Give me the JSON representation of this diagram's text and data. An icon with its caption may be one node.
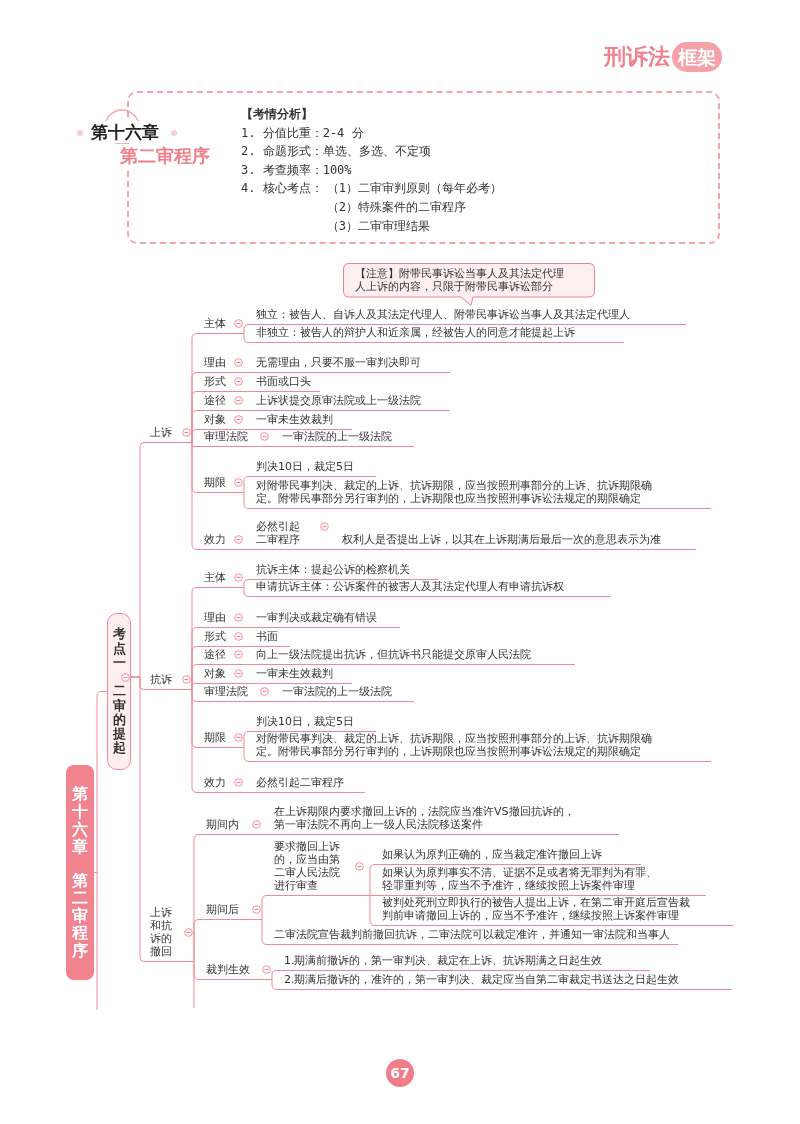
{
  "diagram": {
    "nodes": [
      {
        "text": [
          "【考情分析】",
          "1. 分值比重：2-4 分",
          "2. 命题形式：单选、多选、不定项",
          "3. 考查频率：100%",
          "4. 核心考点：",
          "（1）二审审判原则（每年必考）",
          "（2）特殊案件的二审程序",
          "（3）二审审理结果"
        ]
      },
      {
        "text": [
          "第十六章",
          "第二审程序"
        ]
      },
      {
        "text": [
          "考点一",
          "二审的提起"
        ]
      },
      {
        "text": [
          "上诉"
        ]
      },
      {
        "text": [
          "主体"
        ]
      },
      {
        "text": [
          "独立：被告人、自诉人及其法定代理人、附带民事诉讼当事人及其法定代理人"
        ]
      },
      {
        "text": [
          "非独立：被告人的辩护人和近亲属，经被告人的同意才能提起上诉"
        ]
      },
      {
        "text": [
          "【注意】附带民事诉讼当事人及其法定代理人上诉的内容，只限于附带民事诉讼部分"
        ]
      },
      {
        "text": [
          "理由"
        ]
      },
      {
        "text": [
          "无需理由，只要不服一审判决即可"
        ]
      },
      {
        "text": [
          "形式"
        ]
      },
      {
        "text": [
          "书面或口头"
        ]
      },
      {
        "text": [
          "途径"
        ]
      },
      {
        "text": [
          "上诉状提交原审法院或上一级法院"
        ]
      },
      {
        "text": [
          "对象"
        ]
      },
      {
        "text": [
          "一审未生效裁判"
        ]
      },
      {
        "text": [
          "审理法院"
        ]
      },
      {
        "text": [
          "一审法院的上一级法院"
        ]
      },
      {
        "text": [
          "期限"
        ]
      },
      {
        "text": [
          "判决10日，裁定5日"
        ]
      },
      {
        "text": [
          "对附带民事判决、裁定的上诉、抗诉期限，应当按照刑事部分的上诉、抗诉期限确定。附带民事部分另行审判的，上诉期限也应当按照刑事诉讼法规定的期限确定"
        ]
      },
      {
        "text": [
          "效力"
        ]
      },
      {
        "text": [
          "必然引起二审程序"
        ]
      },
      {
        "text": [
          "权利人是否提出上诉，以其在上诉期满后最后一次的意思表示为准"
        ]
      },
      {
        "text": [
          "抗诉"
        ]
      },
      {
        "text": [
          "主体"
        ]
      },
      {
        "text": [
          "抗诉主体：提起公诉的检察机关"
        ]
      },
      {
        "text": [
          "申请抗诉主体：公诉案件的被害人及其法定代理人有申请抗诉权"
        ]
      },
      {
        "text": [
          "理由"
        ]
      },
      {
        "text": [
          "一审判决或裁定确有错误"
        ]
      },
      {
        "text": [
          "形式"
        ]
      },
      {
        "text": [
          "书面"
        ]
      },
      {
        "text": [
          "途径"
        ]
      },
      {
        "text": [
          "向上一级法院提出抗诉，但抗诉书只能提交原审人民法院"
        ]
      },
      {
        "text": [
          "对象"
        ]
      },
      {
        "text": [
          "一审未生效裁判"
        ]
      },
      {
        "text": [
          "审理法院"
        ]
      },
      {
        "text": [
          "一审法院的上一级法院"
        ]
      },
      {
        "text": [
          "期限"
        ]
      },
      {
        "text": [
          "判决10日，裁定5日"
        ]
      },
      {
        "text": [
          "对附带民事判决、裁定的上诉、抗诉期限，应当按照刑事部分的上诉、抗诉期限确定。附带民事部分另行审判的，上诉期限也应当按照刑事诉讼法规定的期限确定"
        ]
      },
      {
        "text": [
          "效力"
        ]
      },
      {
        "text": [
          "必然引起二审程序"
        ]
      },
      {
        "text": [
          "上诉和抗诉的撤回"
        ]
      },
      {
        "text": [
          "期间内"
        ]
      },
      {
        "text": [
          "在上诉期限内要求撤回上诉的，法院应当准许VS撤回抗诉的，第一审法院不再向上一级人民法院移送案件"
        ]
      },
      {
        "text": [
          "期间后"
        ]
      },
      {
        "text": [
          "要求撤回上诉的，应当由第二审人民法院进行审查"
        ]
      },
      {
        "text": [
          "如果认为原判正确的，应当裁定准许撤回上诉"
        ]
      },
      {
        "text": [
          "如果认为原判事实不清、证据不足或者将无罪判为有罪、轻罪重判等，应当不予准许，继续按照上诉案件审理"
        ]
      },
      {
        "text": [
          "被判处死刑立即执行的被告人提出上诉，在第二审开庭后宣告裁判前申请撤回上诉的，应当不予准许，继续按照上诉案件审理"
        ]
      },
      {
        "text": [
          "二审法院宣告裁判前撤回抗诉，二审法院可以裁定准许，并通知一审法院和当事人"
        ]
      },
      {
        "text": [
          "裁判生效"
        ]
      },
      {
        "text": [
          "1.期满前撤诉的，第一审判决、裁定在上诉、抗诉期满之日起生效"
        ]
      },
      {
        "text": [
          "2.期满后撤诉的，准许的，第一审判决、裁定应当自第二审裁定书送达之日起生效"
        ]
      }
    ],
    "edges": [
      {
        "from": 1,
        "to": 2,
        "arrow": "none"
      },
      {
        "from": 1,
        "to": null,
        "arrow": "none"
      },
      {
        "from": 2,
        "to": 3,
        "arrow": "none"
      },
      {
        "from": 2,
        "to": 24,
        "arrow": "none"
      },
      {
        "from": 2,
        "to": 43,
        "arrow": "none"
      },
      {
        "from": 3,
        "to": 4,
        "arrow": "none"
      },
      {
        "from": 4,
        "to": 5,
        "arrow": "none"
      },
      {
        "from": 4,
        "to": 6,
        "arrow": "none"
      },
      {
        "from": 3,
        "to": 8,
        "arrow": "none"
      },
      {
        "from": 8,
        "to": 9,
        "arrow": "none"
      },
      {
        "from": 3,
        "to": 10,
        "arrow": "none"
      },
      {
        "from": 10,
        "to": 11,
        "arrow": "none"
      },
      {
        "from": 3,
        "to": 12,
        "arrow": "none"
      },
      {
        "from": 12,
        "to": 13,
        "arrow": "none"
      },
      {
        "from": 3,
        "to": 14,
        "arrow": "none"
      },
      {
        "from": 14,
        "to": 15,
        "arrow": "none"
      },
      {
        "from": 3,
        "to": 16,
        "arrow": "none"
      },
      {
        "from": 16,
        "to": 17,
        "arrow": "none"
      },
      {
        "from": 3,
        "to": 18,
        "arrow": "none"
      },
      {
        "from": 18,
        "to": 19,
        "arrow": "none"
      },
      {
        "from": 18,
        "to": 20,
        "arrow": "none"
      },
      {
        "from": 3,
        "to": 21,
        "arrow": "none"
      },
      {
        "from": 21,
        "to": 22,
        "arrow": "none"
      },
      {
        "from": 22,
        "to": 23,
        "arrow": "none"
      },
      {
        "from": 24,
        "to": 25,
        "arrow": "none"
      },
      {
        "from": 25,
        "to": 26,
        "arrow": "none"
      },
      {
        "from": 25,
        "to": 27,
        "arrow": "none"
      },
      {
        "from": 24,
        "to": 28,
        "arrow": "none"
      },
      {
        "from": 28,
        "to": 29,
        "arrow": "none"
      },
      {
        "from": 24,
        "to": 30,
        "arrow": "none"
      },
      {
        "from": 30,
        "to": 31,
        "arrow": "none"
      },
      {
        "from": 24,
        "to": 32,
        "arrow": "none"
      },
      {
        "from": 32,
        "to": 33,
        "arrow": "none"
      },
      {
        "from": 24,
        "to": 34,
        "arrow": "none"
      },
      {
        "from": 34,
        "to": 35,
        "arrow": "none"
      },
      {
        "from": 24,
        "to": 36,
        "arrow": "none"
      },
      {
        "from": 36,
        "to": 37,
        "arrow": "none"
      },
      {
        "from": 24,
        "to": 38,
        "arrow": "none"
      },
      {
        "from": 38,
        "to": 39,
        "arrow": "none"
      },
      {
        "from": 38,
        "to": 40,
        "arrow": "none"
      },
      {
        "from": 24,
        "to": 41,
        "arrow": "none"
      },
      {
        "from": 41,
        "to": 42,
        "arrow": "none"
      },
      {
        "from": 43,
        "to": 44,
        "arrow": "none"
      },
      {
        "from": 44,
        "to": 45,
        "arrow": "none"
      },
      {
        "from": 43,
        "to": 46,
        "arrow": "none"
      },
      {
        "from": 46,
        "to": 47,
        "arrow": "none"
      },
      {
        "from": 47,
        "to": 48,
        "arrow": "none"
      },
      {
        "from": 47,
        "to": 49,
        "arrow": "none"
      },
      {
        "from": 47,
        "to": 50,
        "arrow": "none"
      },
      {
        "from": 46,
        "to": 51,
        "arrow": "none"
      },
      {
        "from": 43,
        "to": 52,
        "arrow": "none"
      },
      {
        "from": 52,
        "to": 53,
        "arrow": "none"
      },
      {
        "from": 52,
        "to": 54,
        "arrow": "none"
      },
      {
        "from": 43,
        "to": null,
        "arrow": "none"
      }
    ],
    "labels": [
      "刑诉法",
      "框架",
      "第十六章",
      "第二审程序",
      "67"
    ]
  }
}
